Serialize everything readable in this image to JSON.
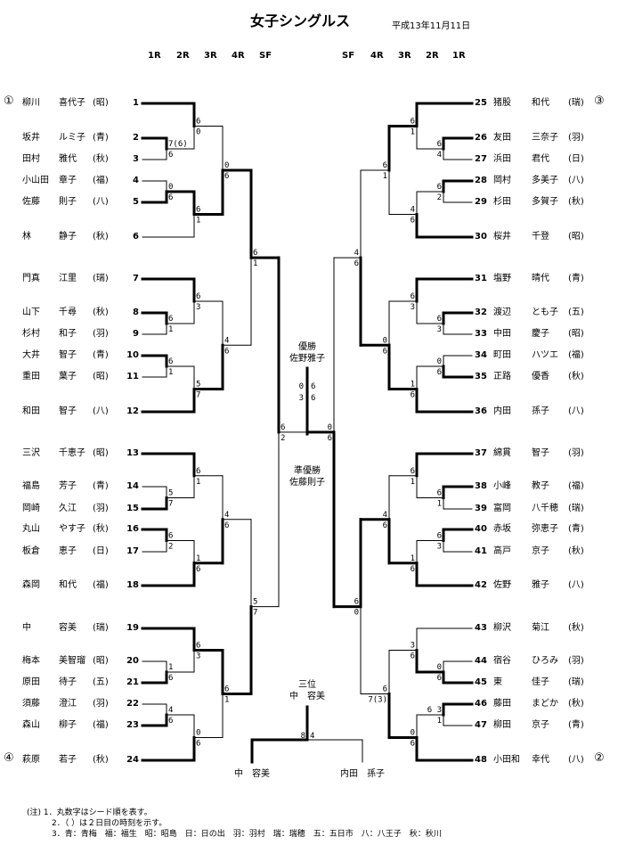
{
  "header": {
    "title": "女子シングルス",
    "date": "平成13年11月11日"
  },
  "rounds_left": [
    "1R",
    "2R",
    "3R",
    "4R",
    "SF"
  ],
  "rounds_right": [
    "SF",
    "4R",
    "3R",
    "2R",
    "1R"
  ],
  "players_left": [
    {
      "seed": "①",
      "num": "1",
      "surname": "柳川",
      "given": "喜代子",
      "club": "(昭)"
    },
    {
      "seed": "",
      "num": "2",
      "surname": "坂井",
      "given": "ルミ子",
      "club": "(青)"
    },
    {
      "seed": "",
      "num": "3",
      "surname": "田村",
      "given": "雅代",
      "club": "(秋)"
    },
    {
      "seed": "",
      "num": "4",
      "surname": "小山田",
      "given": "章子",
      "club": "(福)"
    },
    {
      "seed": "",
      "num": "5",
      "surname": "佐藤",
      "given": "則子",
      "club": "(八)"
    },
    {
      "seed": "",
      "num": "6",
      "surname": "林",
      "given": "静子",
      "club": "(秋)"
    },
    {
      "seed": "",
      "num": "7",
      "surname": "門真",
      "given": "江里",
      "club": "(瑞)"
    },
    {
      "seed": "",
      "num": "8",
      "surname": "山下",
      "given": "千尋",
      "club": "(秋)"
    },
    {
      "seed": "",
      "num": "9",
      "surname": "杉村",
      "given": "和子",
      "club": "(羽)"
    },
    {
      "seed": "",
      "num": "10",
      "surname": "大井",
      "given": "智子",
      "club": "(青)"
    },
    {
      "seed": "",
      "num": "11",
      "surname": "重田",
      "given": "葉子",
      "club": "(昭)"
    },
    {
      "seed": "",
      "num": "12",
      "surname": "和田",
      "given": "智子",
      "club": "(八)"
    },
    {
      "seed": "",
      "num": "13",
      "surname": "三沢",
      "given": "千恵子",
      "club": "(昭)"
    },
    {
      "seed": "",
      "num": "14",
      "surname": "福島",
      "given": "芳子",
      "club": "(青)"
    },
    {
      "seed": "",
      "num": "15",
      "surname": "岡崎",
      "given": "久江",
      "club": "(羽)"
    },
    {
      "seed": "",
      "num": "16",
      "surname": "丸山",
      "given": "やす子",
      "club": "(秋)"
    },
    {
      "seed": "",
      "num": "17",
      "surname": "板倉",
      "given": "恵子",
      "club": "(日)"
    },
    {
      "seed": "",
      "num": "18",
      "surname": "森岡",
      "given": "和代",
      "club": "(福)"
    },
    {
      "seed": "",
      "num": "19",
      "surname": "中",
      "given": "容美",
      "club": "(瑞)"
    },
    {
      "seed": "",
      "num": "20",
      "surname": "梅本",
      "given": "美智瑠",
      "club": "(昭)"
    },
    {
      "seed": "",
      "num": "21",
      "surname": "原田",
      "given": "待子",
      "club": "(五)"
    },
    {
      "seed": "",
      "num": "22",
      "surname": "須藤",
      "given": "澄江",
      "club": "(羽)"
    },
    {
      "seed": "",
      "num": "23",
      "surname": "森山",
      "given": "柳子",
      "club": "(福)"
    },
    {
      "seed": "④",
      "num": "24",
      "surname": "萩原",
      "given": "若子",
      "club": "(秋)"
    }
  ],
  "players_right": [
    {
      "seed": "③",
      "num": "25",
      "surname": "猪股",
      "given": "和代",
      "club": "(瑞)"
    },
    {
      "seed": "",
      "num": "26",
      "surname": "友田",
      "given": "三奈子",
      "club": "(羽)"
    },
    {
      "seed": "",
      "num": "27",
      "surname": "浜田",
      "given": "君代",
      "club": "(日)"
    },
    {
      "seed": "",
      "num": "28",
      "surname": "岡村",
      "given": "多美子",
      "club": "(八)"
    },
    {
      "seed": "",
      "num": "29",
      "surname": "杉田",
      "given": "多賀子",
      "club": "(秋)"
    },
    {
      "seed": "",
      "num": "30",
      "surname": "桜井",
      "given": "千登",
      "club": "(昭)"
    },
    {
      "seed": "",
      "num": "31",
      "surname": "塩野",
      "given": "晴代",
      "club": "(青)"
    },
    {
      "seed": "",
      "num": "32",
      "surname": "渡辺",
      "given": "とも子",
      "club": "(五)"
    },
    {
      "seed": "",
      "num": "33",
      "surname": "中田",
      "given": "慶子",
      "club": "(昭)"
    },
    {
      "seed": "",
      "num": "34",
      "surname": "町田",
      "given": "ハツエ",
      "club": "(福)"
    },
    {
      "seed": "",
      "num": "35",
      "surname": "正路",
      "given": "優香",
      "club": "(秋)"
    },
    {
      "seed": "",
      "num": "36",
      "surname": "内田",
      "given": "孫子",
      "club": "(八)"
    },
    {
      "seed": "",
      "num": "37",
      "surname": "綿貫",
      "given": "智子",
      "club": "(羽)"
    },
    {
      "seed": "",
      "num": "38",
      "surname": "小峰",
      "given": "教子",
      "club": "(福)"
    },
    {
      "seed": "",
      "num": "39",
      "surname": "富岡",
      "given": "八千穂",
      "club": "(瑞)"
    },
    {
      "seed": "",
      "num": "40",
      "surname": "赤坂",
      "given": "弥恵子",
      "club": "(青)"
    },
    {
      "seed": "",
      "num": "41",
      "surname": "高戸",
      "given": "京子",
      "club": "(秋)"
    },
    {
      "seed": "",
      "num": "42",
      "surname": "佐野",
      "given": "雅子",
      "club": "(八)"
    },
    {
      "seed": "",
      "num": "43",
      "surname": "柳沢",
      "given": "菊江",
      "club": "(秋)"
    },
    {
      "seed": "",
      "num": "44",
      "surname": "宿谷",
      "given": "ひろみ",
      "club": "(羽)"
    },
    {
      "seed": "",
      "num": "45",
      "surname": "東",
      "given": "佳子",
      "club": "(瑞)"
    },
    {
      "seed": "",
      "num": "46",
      "surname": "藤田",
      "given": "まどか",
      "club": "(秋)"
    },
    {
      "seed": "",
      "num": "47",
      "surname": "柳田",
      "given": "京子",
      "club": "(青)"
    },
    {
      "seed": "②",
      "num": "48",
      "surname": "小田和",
      "given": "幸代",
      "club": "(八)"
    }
  ],
  "scores": {
    "L1": {
      "r1a": [
        "7(6)",
        "6"
      ],
      "r2a": [
        "6",
        "0"
      ],
      "r1b": [
        "0",
        "6"
      ],
      "r2b": [
        "6",
        "1"
      ],
      "r3": [
        "0",
        "6"
      ]
    },
    "L2": {
      "r1a": [
        "6",
        "1"
      ],
      "r2a": [
        "6",
        "3"
      ],
      "r1b": [
        "6",
        "1"
      ],
      "r2b": [
        "5",
        "7"
      ],
      "r3": [
        "4",
        "6"
      ]
    },
    "L3": {
      "r1a": [
        "5",
        "7"
      ],
      "r2a": [
        "6",
        "1"
      ],
      "r1b": [
        "6",
        "2"
      ],
      "r2b": [
        "1",
        "6"
      ],
      "r3": [
        "4",
        "6"
      ]
    },
    "L4": {
      "r1a": [
        "1",
        "6"
      ],
      "r2a": [
        "6",
        "3"
      ],
      "r1b": [
        "4",
        "6"
      ],
      "r2b": [
        "0",
        "6"
      ],
      "r3": [
        "6",
        "1"
      ]
    },
    "L": {
      "r4a": [
        "6",
        "1"
      ],
      "r4b": [
        "5",
        "7"
      ],
      "sf": [
        "6",
        "2"
      ]
    },
    "R1": {
      "r1a": [
        "6",
        "4"
      ],
      "r2a": [
        "6",
        "1"
      ],
      "r1b": [
        "6",
        "2"
      ],
      "r2b": [
        "4",
        "6"
      ],
      "r3": [
        "6",
        "1"
      ]
    },
    "R2": {
      "r1a": [
        "6",
        "3"
      ],
      "r2a": [
        "6",
        "3"
      ],
      "r1b": [
        "0",
        "6"
      ],
      "r2b": [
        "1",
        "6"
      ],
      "r3": [
        "0",
        "6"
      ]
    },
    "R3": {
      "r1a": [
        "6",
        "1"
      ],
      "r2a": [
        "6",
        "1"
      ],
      "r1b": [
        "6",
        "3"
      ],
      "r2b": [
        "1",
        "6"
      ],
      "r3": [
        "4",
        "6"
      ]
    },
    "R4": {
      "r1a": [
        "0",
        "6"
      ],
      "r2a": [
        "3",
        "6"
      ],
      "r1b": [
        "6 3",
        "1"
      ],
      "r2b": [
        "0",
        "6"
      ],
      "r3": [
        "6",
        "7(3)"
      ]
    },
    "R": {
      "r4a": [
        "4",
        "6"
      ],
      "r4b": [
        "6",
        "0"
      ],
      "sf": [
        "0",
        "6"
      ]
    }
  },
  "final": {
    "winner_label": "優勝",
    "winner_name": "佐野雅子",
    "runner_up_label": "準優勝",
    "runner_up_name": "佐藤則子",
    "left_scores": [
      "0",
      "3"
    ],
    "right_scores": [
      "6",
      "6"
    ]
  },
  "third_place": {
    "label": "三位",
    "name": "中　容美",
    "left_player": "中　容美",
    "right_player": "内田　孫子",
    "left_score": "8",
    "right_score": "4"
  },
  "notes": {
    "prefix": "(注)",
    "lines": [
      "1．丸数字はシード順を表す。",
      "2．（ ）は２日目の時刻を示す。",
      "3．青：青梅　福：福生　昭：昭島　日：日の出　羽：羽村　瑞：瑞穂　五：五日市　八：八王子　秋：秋川"
    ]
  }
}
